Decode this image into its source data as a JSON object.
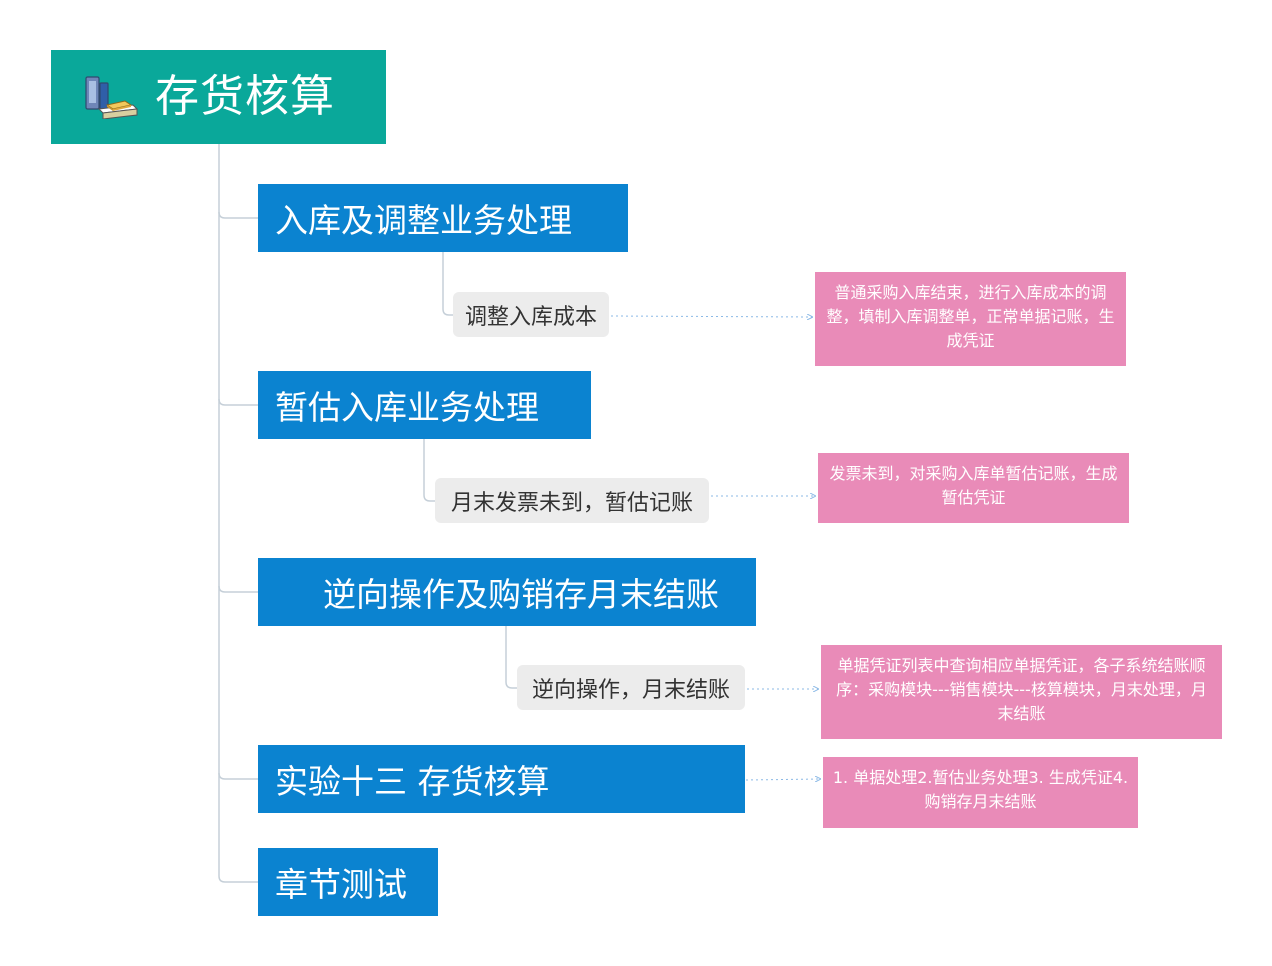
{
  "colors": {
    "root": "#0aa89a",
    "branch": "#0b83d0",
    "sub": "#ececec",
    "note": "#e98bb8",
    "trunk_line": "#c5cfd8",
    "dotted_line": "#8bb9e6"
  },
  "root": {
    "icon": "books-icon",
    "title": "存货核算"
  },
  "branches": [
    {
      "label": "入库及调整业务处理",
      "sub": "调整入库成本",
      "note": "普通采购入库结束，进行入库成本的调整，填制入库调整单，正常单据记账，生成凭证"
    },
    {
      "label": "暂估入库业务处理",
      "sub": "月末发票未到，暂估记账",
      "note": "发票未到，对采购入库单暂估记账，生成暂估凭证"
    },
    {
      "label": "逆向操作及购销存月末结账",
      "sub": "逆向操作，月末结账",
      "note": "单据凭证列表中查询相应单据凭证，各子系统结账顺序：采购模块---销售模块---核算模块，月末处理，月末结账"
    },
    {
      "label": "实验十三 存货核算",
      "note": "1. 单据处理2.暂估业务处理3. 生成凭证4.购销存月末结账"
    },
    {
      "label": "章节测试"
    }
  ]
}
